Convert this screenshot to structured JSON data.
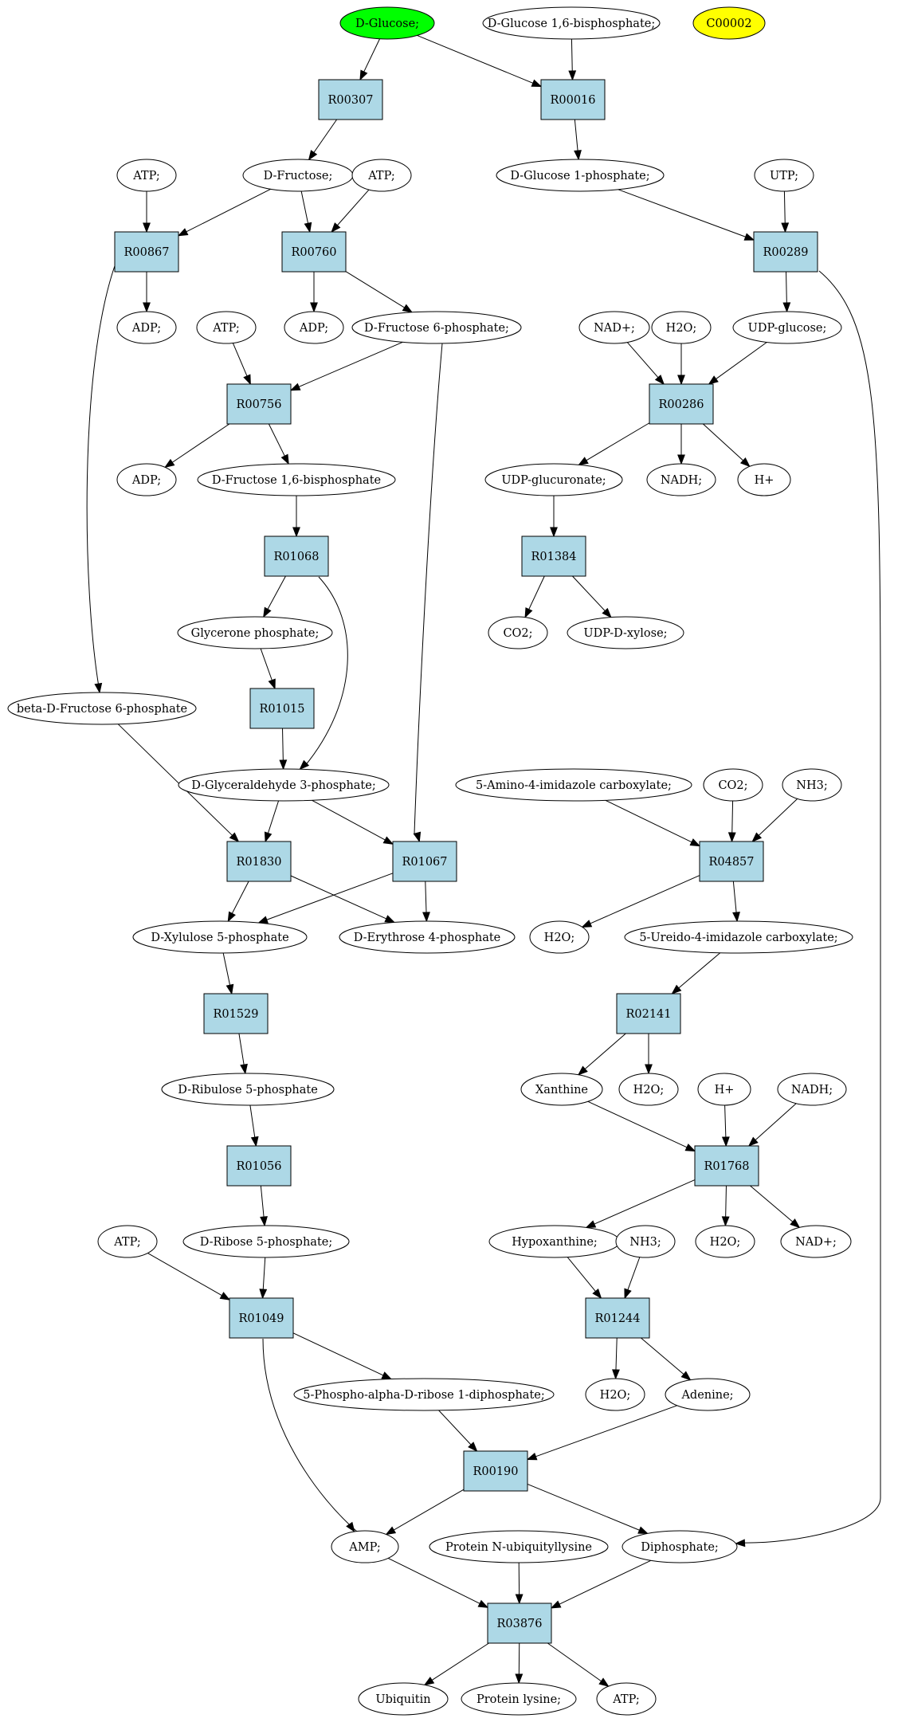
{
  "colors": {
    "reaction_fill": "#add8e6",
    "compound_fill": "#ffffff",
    "highlight_start": "#00ff00",
    "highlight_query": "#ffff00",
    "stroke": "#000000"
  },
  "nodes": [
    {
      "id": "c_glucose",
      "label": "D-Glucose;",
      "kind": "compound",
      "fill": "#00ff00"
    },
    {
      "id": "c_g16bp",
      "label": "D-Glucose 1,6-bisphosphate;",
      "kind": "compound"
    },
    {
      "id": "c_c00002",
      "label": "C00002",
      "kind": "compound",
      "fill": "#ffff00"
    },
    {
      "id": "r00307",
      "label": "R00307",
      "kind": "reaction"
    },
    {
      "id": "r00016",
      "label": "R00016",
      "kind": "reaction"
    },
    {
      "id": "c_atp1",
      "label": "ATP;",
      "kind": "compound"
    },
    {
      "id": "c_fructose",
      "label": "D-Fructose;",
      "kind": "compound"
    },
    {
      "id": "c_atp2",
      "label": "ATP;",
      "kind": "compound"
    },
    {
      "id": "c_g1p",
      "label": "D-Glucose 1-phosphate;",
      "kind": "compound"
    },
    {
      "id": "c_utp",
      "label": "UTP;",
      "kind": "compound"
    },
    {
      "id": "r00867",
      "label": "R00867",
      "kind": "reaction"
    },
    {
      "id": "r00760",
      "label": "R00760",
      "kind": "reaction"
    },
    {
      "id": "r00289",
      "label": "R00289",
      "kind": "reaction"
    },
    {
      "id": "c_adp1",
      "label": "ADP;",
      "kind": "compound"
    },
    {
      "id": "c_atp3",
      "label": "ATP;",
      "kind": "compound"
    },
    {
      "id": "c_adp2",
      "label": "ADP;",
      "kind": "compound"
    },
    {
      "id": "c_f6p",
      "label": "D-Fructose 6-phosphate;",
      "kind": "compound"
    },
    {
      "id": "c_nadp1",
      "label": "NAD+;",
      "kind": "compound"
    },
    {
      "id": "c_h2o1",
      "label": "H2O;",
      "kind": "compound"
    },
    {
      "id": "c_udpglc",
      "label": "UDP-glucose;",
      "kind": "compound"
    },
    {
      "id": "r00756",
      "label": "R00756",
      "kind": "reaction"
    },
    {
      "id": "r00286",
      "label": "R00286",
      "kind": "reaction"
    },
    {
      "id": "c_adp3",
      "label": "ADP;",
      "kind": "compound"
    },
    {
      "id": "c_f16bp",
      "label": "D-Fructose 1,6-bisphosphate",
      "kind": "compound"
    },
    {
      "id": "c_udpglcA",
      "label": "UDP-glucuronate;",
      "kind": "compound"
    },
    {
      "id": "c_nadh1",
      "label": "NADH;",
      "kind": "compound"
    },
    {
      "id": "c_h1",
      "label": "H+",
      "kind": "compound"
    },
    {
      "id": "r01068",
      "label": "R01068",
      "kind": "reaction"
    },
    {
      "id": "r01384",
      "label": "R01384",
      "kind": "reaction"
    },
    {
      "id": "c_glyp",
      "label": "Glycerone phosphate;",
      "kind": "compound"
    },
    {
      "id": "c_co2a",
      "label": "CO2;",
      "kind": "compound"
    },
    {
      "id": "c_udpxyl",
      "label": "UDP-D-xylose;",
      "kind": "compound"
    },
    {
      "id": "c_bf6p",
      "label": "beta-D-Fructose 6-phosphate",
      "kind": "compound"
    },
    {
      "id": "r01015",
      "label": "R01015",
      "kind": "reaction"
    },
    {
      "id": "c_g3p",
      "label": "D-Glyceraldehyde 3-phosphate;",
      "kind": "compound"
    },
    {
      "id": "c_aica",
      "label": "5-Amino-4-imidazole carboxylate;",
      "kind": "compound"
    },
    {
      "id": "c_co2b",
      "label": "CO2;",
      "kind": "compound"
    },
    {
      "id": "c_nh3a",
      "label": "NH3;",
      "kind": "compound"
    },
    {
      "id": "r01830",
      "label": "R01830",
      "kind": "reaction"
    },
    {
      "id": "r01067",
      "label": "R01067",
      "kind": "reaction"
    },
    {
      "id": "r04857",
      "label": "R04857",
      "kind": "reaction"
    },
    {
      "id": "c_x5p",
      "label": "D-Xylulose 5-phosphate",
      "kind": "compound"
    },
    {
      "id": "c_e4p",
      "label": "D-Erythrose 4-phosphate",
      "kind": "compound"
    },
    {
      "id": "c_h2o2",
      "label": "H2O;",
      "kind": "compound"
    },
    {
      "id": "c_uica",
      "label": "5-Ureido-4-imidazole carboxylate;",
      "kind": "compound"
    },
    {
      "id": "r01529",
      "label": "R01529",
      "kind": "reaction"
    },
    {
      "id": "r02141",
      "label": "R02141",
      "kind": "reaction"
    },
    {
      "id": "c_ru5p",
      "label": "D-Ribulose 5-phosphate",
      "kind": "compound"
    },
    {
      "id": "c_xanthine",
      "label": "Xanthine",
      "kind": "compound"
    },
    {
      "id": "c_h2o3",
      "label": "H2O;",
      "kind": "compound"
    },
    {
      "id": "c_h2",
      "label": "H+",
      "kind": "compound"
    },
    {
      "id": "c_nadh2",
      "label": "NADH;",
      "kind": "compound"
    },
    {
      "id": "r01056",
      "label": "R01056",
      "kind": "reaction"
    },
    {
      "id": "r01768",
      "label": "R01768",
      "kind": "reaction"
    },
    {
      "id": "c_atp4",
      "label": "ATP;",
      "kind": "compound"
    },
    {
      "id": "c_r5p",
      "label": "D-Ribose 5-phosphate;",
      "kind": "compound"
    },
    {
      "id": "c_hypox",
      "label": "Hypoxanthine;",
      "kind": "compound"
    },
    {
      "id": "c_nh3b",
      "label": "NH3;",
      "kind": "compound"
    },
    {
      "id": "c_h2o4",
      "label": "H2O;",
      "kind": "compound"
    },
    {
      "id": "c_nadp2",
      "label": "NAD+;",
      "kind": "compound"
    },
    {
      "id": "r01049",
      "label": "R01049",
      "kind": "reaction"
    },
    {
      "id": "r01244",
      "label": "R01244",
      "kind": "reaction"
    },
    {
      "id": "c_prpp",
      "label": "5-Phospho-alpha-D-ribose 1-diphosphate;",
      "kind": "compound"
    },
    {
      "id": "c_h2o5",
      "label": "H2O;",
      "kind": "compound"
    },
    {
      "id": "c_adenine",
      "label": "Adenine;",
      "kind": "compound"
    },
    {
      "id": "r00190",
      "label": "R00190",
      "kind": "reaction"
    },
    {
      "id": "c_amp",
      "label": "AMP;",
      "kind": "compound"
    },
    {
      "id": "c_pnub",
      "label": "Protein N-ubiquityllysine",
      "kind": "compound"
    },
    {
      "id": "c_ppi",
      "label": "Diphosphate;",
      "kind": "compound"
    },
    {
      "id": "r03876",
      "label": "R03876",
      "kind": "reaction"
    },
    {
      "id": "c_ubiquitin",
      "label": "Ubiquitin",
      "kind": "compound"
    },
    {
      "id": "c_plys",
      "label": "Protein lysine;",
      "kind": "compound"
    },
    {
      "id": "c_atp5",
      "label": "ATP;",
      "kind": "compound"
    }
  ],
  "edges": [
    {
      "from": "c_glucose",
      "to": "r00307"
    },
    {
      "from": "c_glucose",
      "to": "r00016"
    },
    {
      "from": "c_g16bp",
      "to": "r00016"
    },
    {
      "from": "r00307",
      "to": "c_fructose"
    },
    {
      "from": "r00016",
      "to": "c_g1p"
    },
    {
      "from": "c_atp1",
      "to": "r00867"
    },
    {
      "from": "c_fructose",
      "to": "r00867"
    },
    {
      "from": "c_fructose",
      "to": "r00760"
    },
    {
      "from": "c_atp2",
      "to": "r00760"
    },
    {
      "from": "c_g1p",
      "to": "r00289"
    },
    {
      "from": "c_utp",
      "to": "r00289"
    },
    {
      "from": "r00867",
      "to": "c_adp1"
    },
    {
      "from": "r00867",
      "to": "c_bf6p"
    },
    {
      "from": "r00760",
      "to": "c_adp2"
    },
    {
      "from": "r00760",
      "to": "c_f6p"
    },
    {
      "from": "r00289",
      "to": "c_udpglc"
    },
    {
      "from": "r00289",
      "to": "c_ppi"
    },
    {
      "from": "c_atp3",
      "to": "r00756"
    },
    {
      "from": "c_f6p",
      "to": "r00756"
    },
    {
      "from": "c_f6p",
      "to": "r01067"
    },
    {
      "from": "c_nadp1",
      "to": "r00286"
    },
    {
      "from": "c_h2o1",
      "to": "r00286"
    },
    {
      "from": "c_udpglc",
      "to": "r00286"
    },
    {
      "from": "r00756",
      "to": "c_adp3"
    },
    {
      "from": "r00756",
      "to": "c_f16bp"
    },
    {
      "from": "r00286",
      "to": "c_udpglcA"
    },
    {
      "from": "r00286",
      "to": "c_nadh1"
    },
    {
      "from": "r00286",
      "to": "c_h1"
    },
    {
      "from": "c_f16bp",
      "to": "r01068"
    },
    {
      "from": "c_udpglcA",
      "to": "r01384"
    },
    {
      "from": "r01068",
      "to": "c_glyp"
    },
    {
      "from": "r01068",
      "to": "c_g3p"
    },
    {
      "from": "r01384",
      "to": "c_co2a"
    },
    {
      "from": "r01384",
      "to": "c_udpxyl"
    },
    {
      "from": "c_glyp",
      "to": "r01015"
    },
    {
      "from": "r01015",
      "to": "c_g3p"
    },
    {
      "from": "c_bf6p",
      "to": "r01830"
    },
    {
      "from": "c_g3p",
      "to": "r01830"
    },
    {
      "from": "c_g3p",
      "to": "r01067"
    },
    {
      "from": "c_aica",
      "to": "r04857"
    },
    {
      "from": "c_co2b",
      "to": "r04857"
    },
    {
      "from": "c_nh3a",
      "to": "r04857"
    },
    {
      "from": "r01830",
      "to": "c_x5p"
    },
    {
      "from": "r01830",
      "to": "c_e4p"
    },
    {
      "from": "r01067",
      "to": "c_x5p"
    },
    {
      "from": "r01067",
      "to": "c_e4p"
    },
    {
      "from": "r04857",
      "to": "c_h2o2"
    },
    {
      "from": "r04857",
      "to": "c_uica"
    },
    {
      "from": "c_x5p",
      "to": "r01529"
    },
    {
      "from": "c_uica",
      "to": "r02141"
    },
    {
      "from": "r01529",
      "to": "c_ru5p"
    },
    {
      "from": "r02141",
      "to": "c_xanthine"
    },
    {
      "from": "r02141",
      "to": "c_h2o3"
    },
    {
      "from": "c_ru5p",
      "to": "r01056"
    },
    {
      "from": "c_xanthine",
      "to": "r01768"
    },
    {
      "from": "c_h2",
      "to": "r01768"
    },
    {
      "from": "c_nadh2",
      "to": "r01768"
    },
    {
      "from": "r01056",
      "to": "c_r5p"
    },
    {
      "from": "r01768",
      "to": "c_hypox"
    },
    {
      "from": "r01768",
      "to": "c_h2o4"
    },
    {
      "from": "r01768",
      "to": "c_nadp2"
    },
    {
      "from": "c_atp4",
      "to": "r01049"
    },
    {
      "from": "c_r5p",
      "to": "r01049"
    },
    {
      "from": "c_hypox",
      "to": "r01244"
    },
    {
      "from": "c_nh3b",
      "to": "r01244"
    },
    {
      "from": "r01049",
      "to": "c_prpp"
    },
    {
      "from": "r01049",
      "to": "c_amp"
    },
    {
      "from": "r01244",
      "to": "c_h2o5"
    },
    {
      "from": "r01244",
      "to": "c_adenine"
    },
    {
      "from": "c_prpp",
      "to": "r00190"
    },
    {
      "from": "c_adenine",
      "to": "r00190"
    },
    {
      "from": "r00190",
      "to": "c_amp"
    },
    {
      "from": "r00190",
      "to": "c_ppi"
    },
    {
      "from": "c_amp",
      "to": "r03876"
    },
    {
      "from": "c_pnub",
      "to": "r03876"
    },
    {
      "from": "c_ppi",
      "to": "r03876"
    },
    {
      "from": "r03876",
      "to": "c_ubiquitin"
    },
    {
      "from": "r03876",
      "to": "c_plys"
    },
    {
      "from": "r03876",
      "to": "c_atp5"
    }
  ]
}
